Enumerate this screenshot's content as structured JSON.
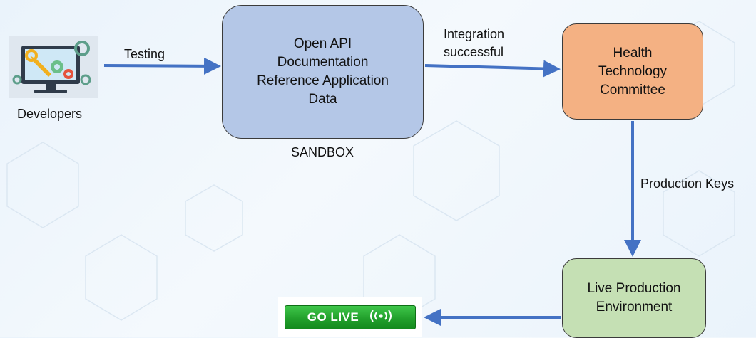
{
  "nodes": {
    "developers": {
      "label": "Developers"
    },
    "sandbox": {
      "lines": [
        "Open API",
        "Documentation",
        "Reference Application",
        "Data"
      ],
      "caption": "SANDBOX",
      "color": "#b4c7e7"
    },
    "committee": {
      "lines": [
        "Health",
        "Technology",
        "Committee"
      ],
      "color": "#f4b183"
    },
    "production": {
      "lines": [
        "Live Production",
        "Environment"
      ],
      "color": "#c5e0b4"
    },
    "golive": {
      "text": "GO LIVE",
      "icon": "broadcast-icon"
    }
  },
  "edges": {
    "testing": "Testing",
    "integration": [
      "Integration",
      "successful"
    ],
    "keys": "Production Keys"
  },
  "colors": {
    "arrow": "#4472c4",
    "box_border": "#3b3b3b"
  }
}
